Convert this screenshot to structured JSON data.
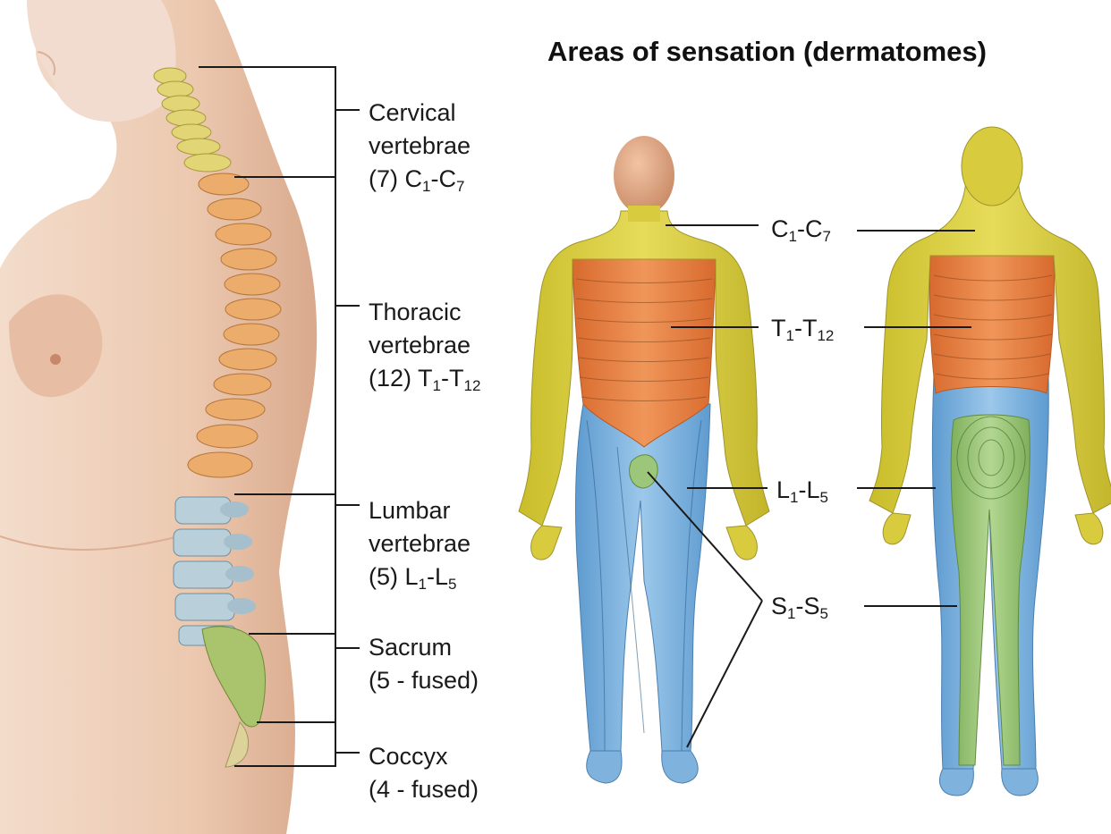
{
  "title": "Areas of sensation (dermatomes)",
  "vertebrae": [
    {
      "id": "cervical",
      "line1": "Cervical",
      "line2": "vertebrae",
      "count": "(7)",
      "range": {
        "a": "C",
        "a_sub": "1",
        "sep": "-",
        "b": "C",
        "b_sub": "7"
      },
      "color": "#e4d86a"
    },
    {
      "id": "thoracic",
      "line1": "Thoracic",
      "line2": "vertebrae",
      "count": "(12)",
      "range": {
        "a": "T",
        "a_sub": "1",
        "sep": "-",
        "b": "T",
        "b_sub": "12"
      },
      "color": "#e8a764"
    },
    {
      "id": "lumbar",
      "line1": "Lumbar",
      "line2": "vertebrae",
      "count": "(5)",
      "range": {
        "a": "L",
        "a_sub": "1",
        "sep": "-",
        "b": "L",
        "b_sub": "5"
      },
      "color": "#a9c3d2"
    },
    {
      "id": "sacrum",
      "line1": "Sacrum",
      "line2": "(5 - fused)",
      "color": "#a8c46a"
    },
    {
      "id": "coccyx",
      "line1": "Coccyx",
      "line2": "(4 - fused)",
      "color": "#d9cf8c"
    }
  ],
  "dermatomes": [
    {
      "id": "cervical",
      "a": "C",
      "a_sub": "1",
      "sep": "-",
      "b": "C",
      "b_sub": "7",
      "color": "#d8cc3e"
    },
    {
      "id": "thoracic",
      "a": "T",
      "a_sub": "1",
      "sep": "-",
      "b": "T",
      "b_sub": "12",
      "color": "#e8834a"
    },
    {
      "id": "lumbar",
      "a": "L",
      "a_sub": "1",
      "sep": "-",
      "b": "L",
      "b_sub": "5",
      "color": "#7fb3de"
    },
    {
      "id": "sacral",
      "a": "S",
      "a_sub": "1",
      "sep": "-",
      "b": "S",
      "b_sub": "5",
      "color": "#9cc77a"
    }
  ]
}
